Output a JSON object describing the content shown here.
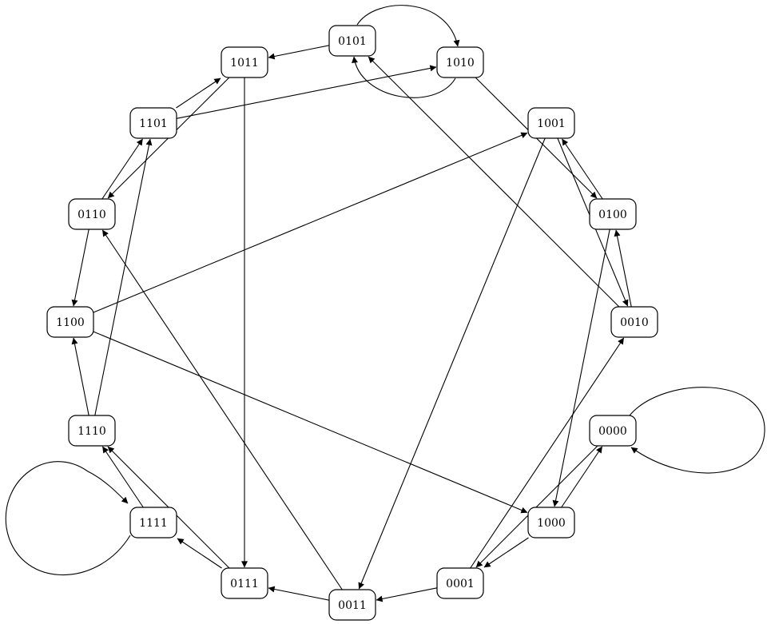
{
  "graph": {
    "nodes": [
      {
        "id": "0101",
        "label": "0101"
      },
      {
        "id": "1011",
        "label": "1011"
      },
      {
        "id": "1010",
        "label": "1010"
      },
      {
        "id": "1101",
        "label": "1101"
      },
      {
        "id": "1001",
        "label": "1001"
      },
      {
        "id": "0110",
        "label": "0110"
      },
      {
        "id": "0100",
        "label": "0100"
      },
      {
        "id": "1100",
        "label": "1100"
      },
      {
        "id": "0010",
        "label": "0010"
      },
      {
        "id": "1110",
        "label": "1110"
      },
      {
        "id": "0000",
        "label": "0000"
      },
      {
        "id": "1111",
        "label": "1111"
      },
      {
        "id": "1000",
        "label": "1000"
      },
      {
        "id": "0111",
        "label": "0111"
      },
      {
        "id": "0001",
        "label": "0001"
      },
      {
        "id": "0011",
        "label": "0011"
      }
    ],
    "edges": [
      {
        "from": "0101",
        "to": "1011"
      },
      {
        "from": "0101",
        "to": "1010"
      },
      {
        "from": "1010",
        "to": "0101"
      },
      {
        "from": "1010",
        "to": "0100"
      },
      {
        "from": "1011",
        "to": "0111"
      },
      {
        "from": "1011",
        "to": "0110"
      },
      {
        "from": "1101",
        "to": "1011"
      },
      {
        "from": "1101",
        "to": "1010"
      },
      {
        "from": "0110",
        "to": "1101"
      },
      {
        "from": "0110",
        "to": "1100"
      },
      {
        "from": "1100",
        "to": "1001"
      },
      {
        "from": "1100",
        "to": "1000"
      },
      {
        "from": "1110",
        "to": "1100"
      },
      {
        "from": "1110",
        "to": "1101"
      },
      {
        "from": "1111",
        "to": "1110"
      },
      {
        "from": "1111",
        "to": "1111"
      },
      {
        "from": "0111",
        "to": "1111"
      },
      {
        "from": "0111",
        "to": "1110"
      },
      {
        "from": "0011",
        "to": "0111"
      },
      {
        "from": "0011",
        "to": "0110"
      },
      {
        "from": "0001",
        "to": "0011"
      },
      {
        "from": "0001",
        "to": "0010"
      },
      {
        "from": "1000",
        "to": "0001"
      },
      {
        "from": "1000",
        "to": "0000"
      },
      {
        "from": "0000",
        "to": "0001"
      },
      {
        "from": "0000",
        "to": "0000"
      },
      {
        "from": "0010",
        "to": "0101"
      },
      {
        "from": "0010",
        "to": "0100"
      },
      {
        "from": "0100",
        "to": "1001"
      },
      {
        "from": "0100",
        "to": "1000"
      },
      {
        "from": "1001",
        "to": "0011"
      },
      {
        "from": "1001",
        "to": "0010"
      }
    ]
  }
}
